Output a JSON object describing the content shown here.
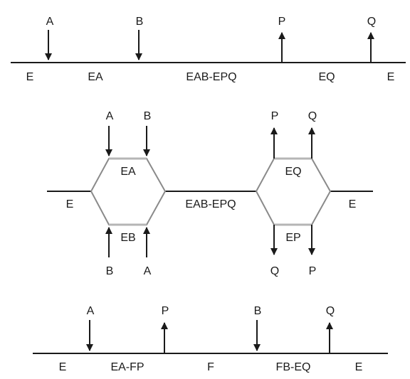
{
  "scheme1": {
    "top_labels": [
      "A",
      "B",
      "P",
      "Q"
    ],
    "species": [
      "E",
      "EA",
      "EAB-EPQ",
      "EQ",
      "E"
    ]
  },
  "scheme2": {
    "left_top_labels": [
      "A",
      "B"
    ],
    "left_bottom_labels": [
      "B",
      "A"
    ],
    "right_top_labels": [
      "P",
      "Q"
    ],
    "right_bottom_labels": [
      "Q",
      "P"
    ],
    "species": {
      "e_left": "E",
      "ea": "EA",
      "eb": "EB",
      "central": "EAB-EPQ",
      "eq": "EQ",
      "ep": "EP",
      "e_right": "E"
    }
  },
  "scheme3": {
    "top_labels": [
      "A",
      "P",
      "B",
      "Q"
    ],
    "species": [
      "E",
      "EA-FP",
      "F",
      "FB-EQ",
      "E"
    ]
  }
}
